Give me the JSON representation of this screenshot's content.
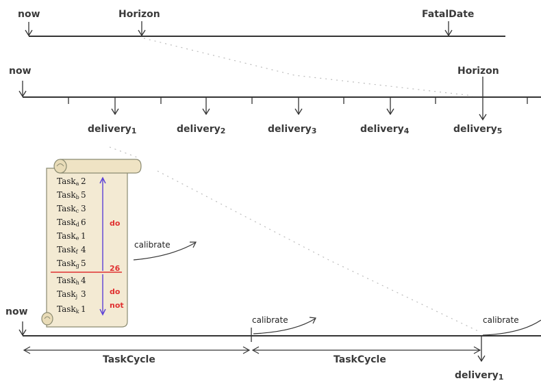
{
  "top_timeline": {
    "now": "now",
    "horizon": "Horizon",
    "fatal_date": "FatalDate"
  },
  "middle_timeline": {
    "now": "now",
    "horizon": "Horizon",
    "deliveries": [
      {
        "base": "delivery",
        "index": "1"
      },
      {
        "base": "delivery",
        "index": "2"
      },
      {
        "base": "delivery",
        "index": "3"
      },
      {
        "base": "delivery",
        "index": "4"
      },
      {
        "base": "delivery",
        "index": "5"
      }
    ]
  },
  "scroll": {
    "tasks": [
      {
        "name": "Task",
        "sub": "a",
        "value": "2"
      },
      {
        "name": "Task",
        "sub": "b",
        "value": "5"
      },
      {
        "name": "Task",
        "sub": "c",
        "value": "3"
      },
      {
        "name": "Task",
        "sub": "d",
        "value": "6"
      },
      {
        "name": "Task",
        "sub": "e",
        "value": "1"
      },
      {
        "name": "Task",
        "sub": "f",
        "value": "4"
      },
      {
        "name": "Task",
        "sub": "g",
        "value": "5"
      },
      {
        "name": "Task",
        "sub": "h",
        "value": "4"
      },
      {
        "name": "Task",
        "sub": "j",
        "value": "3"
      },
      {
        "name": "Task",
        "sub": "k",
        "value": "1"
      }
    ],
    "do_label": "do",
    "do_not_label_1": "do",
    "do_not_label_2": "not",
    "total": "26"
  },
  "calibrate_labels": [
    "calibrate",
    "calibrate",
    "calibrate"
  ],
  "bottom_timeline": {
    "now": "now",
    "task_cycle_labels": [
      "TaskCycle",
      "TaskCycle"
    ],
    "delivery": {
      "base": "delivery",
      "index": "1"
    }
  },
  "colors": {
    "line": "#333333",
    "red": "#e03030",
    "arrow_blue": "#5a3fd6",
    "scroll_fill": "#f3ead3",
    "scroll_stroke": "#8a8a70"
  }
}
